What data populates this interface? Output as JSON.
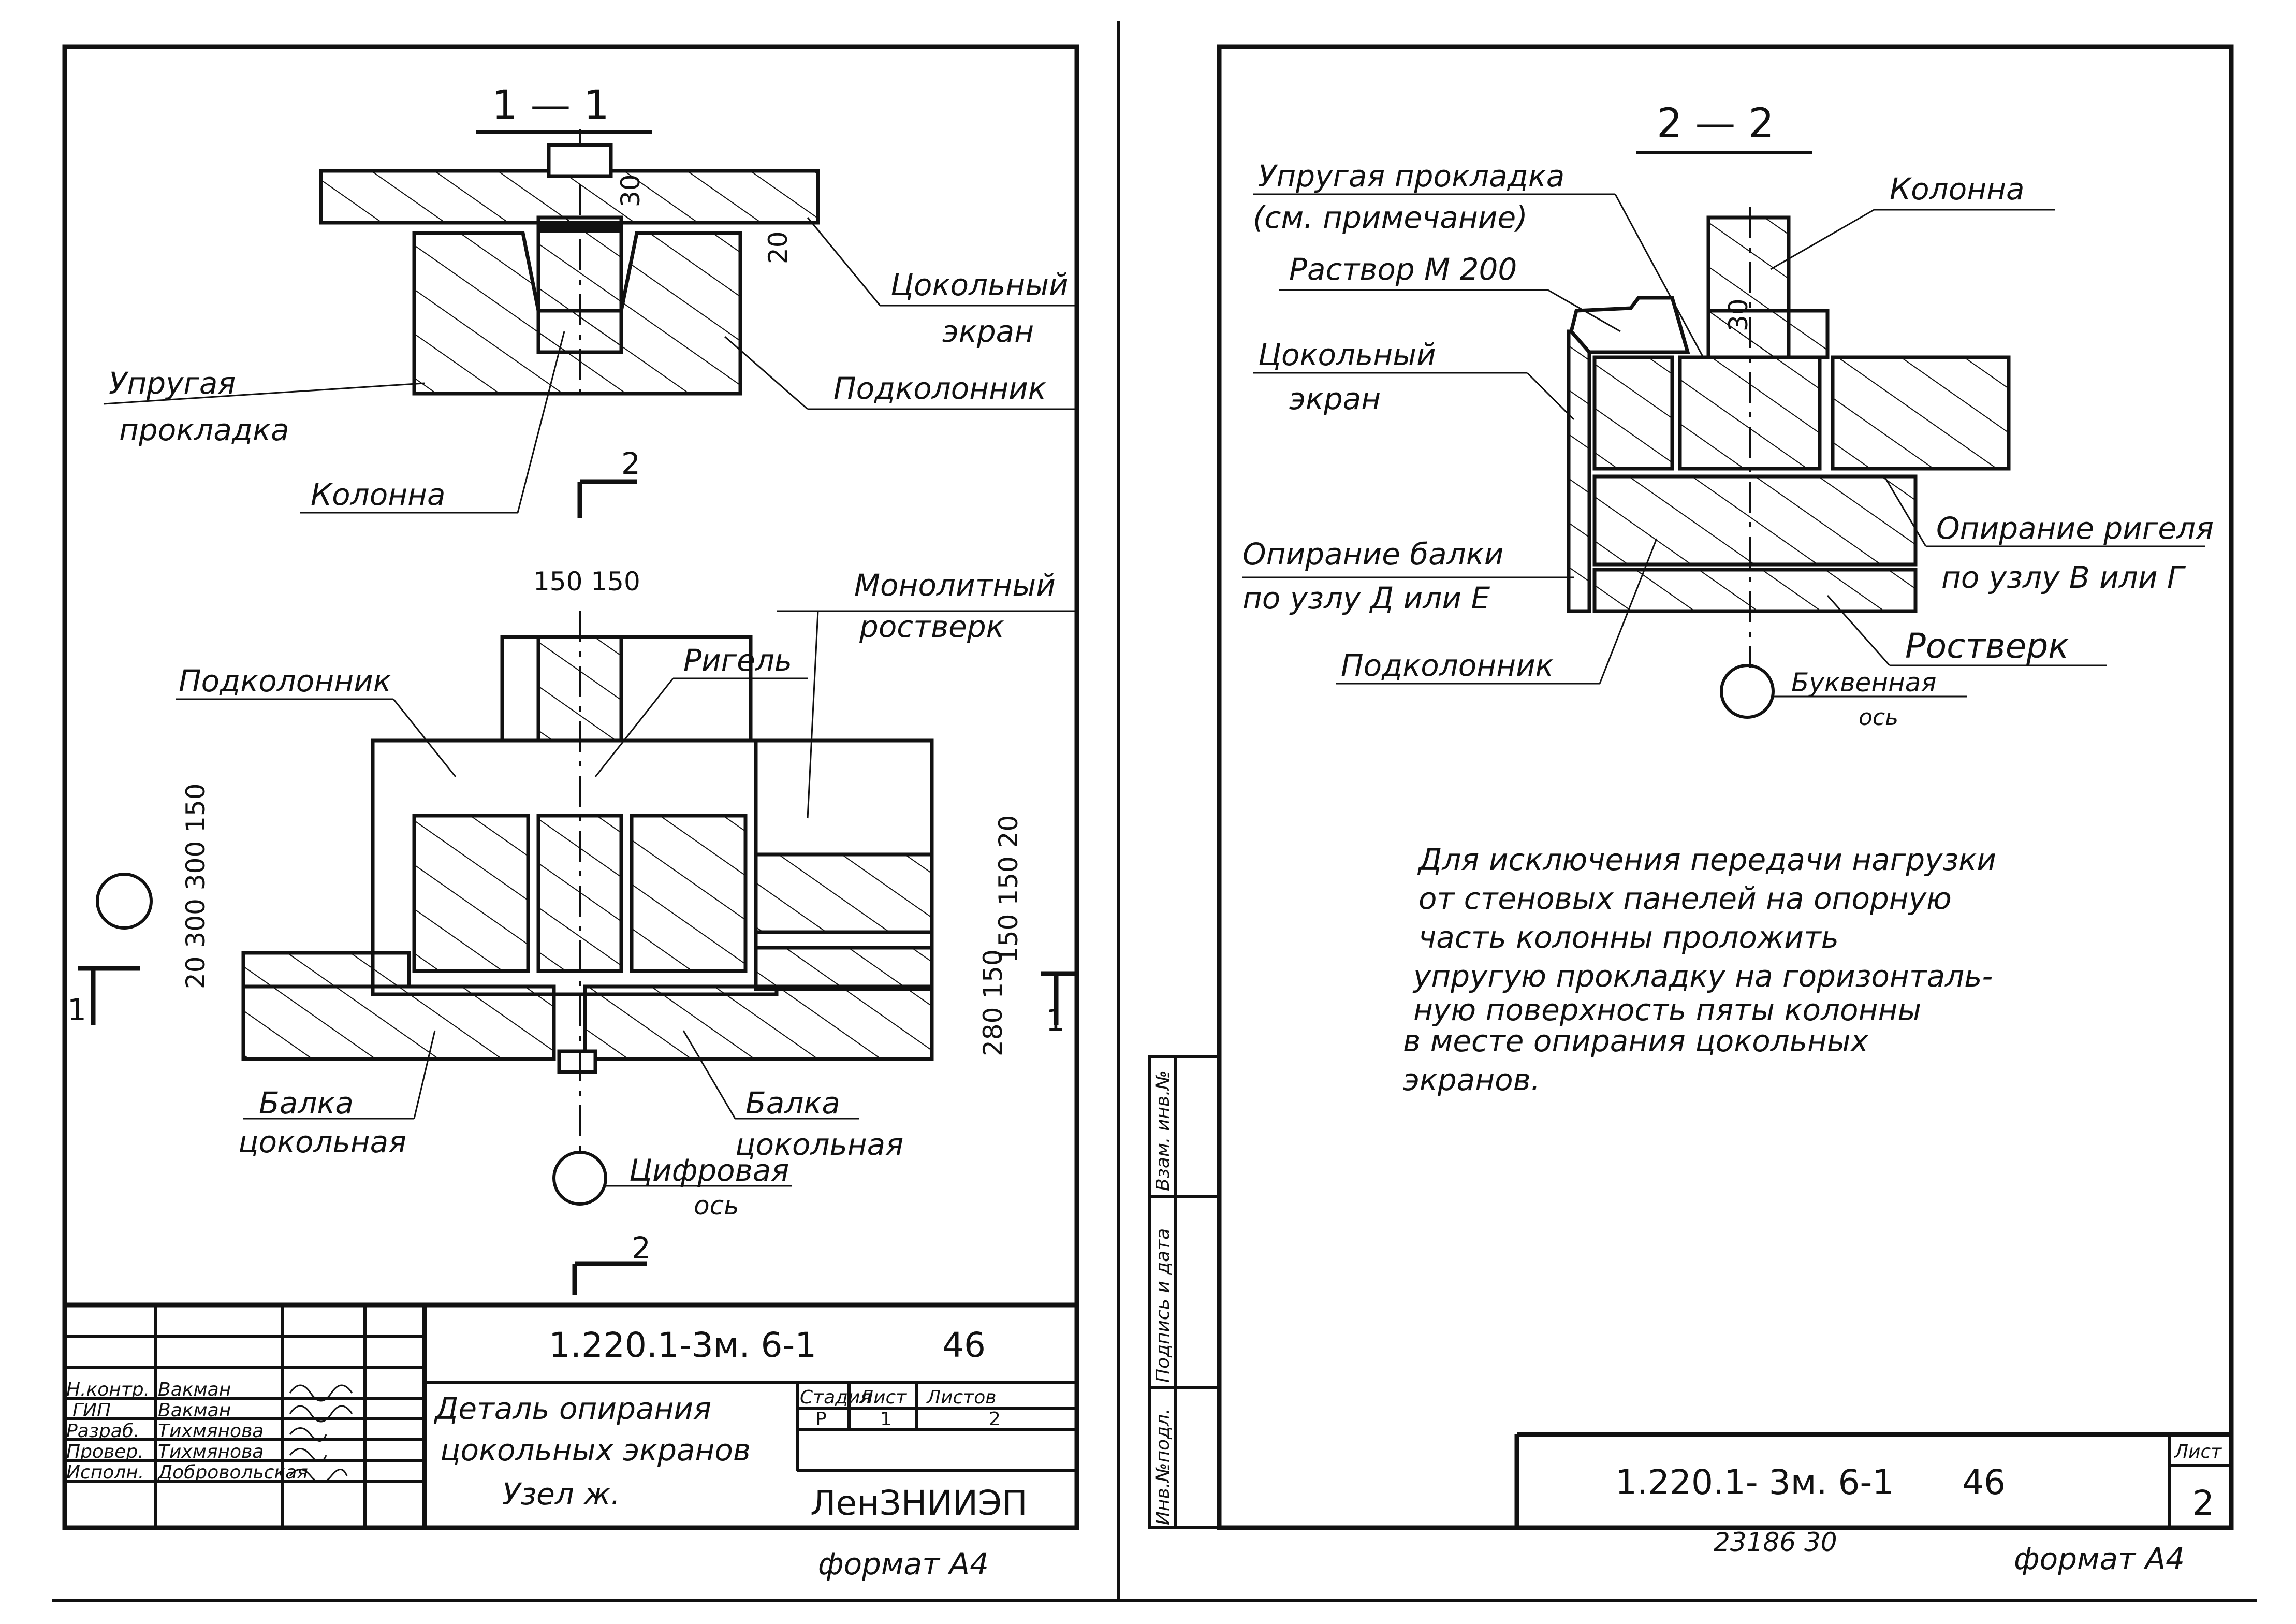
{
  "sheet1": {
    "section_1_1": "1 — 1",
    "section_marker_1": "1",
    "section_marker_2": "2",
    "dim_30": "30",
    "dim_20": "20",
    "label_tsokolny": "Цокольный",
    "label_ekran": "экран",
    "label_uprugaya": "Упругая",
    "label_prokladka": "прокладка",
    "label_podkolonnik": "Подколонник",
    "label_kolonna": "Колонна",
    "dim_150_150": "150 150",
    "label_monolitny": "Монолитный",
    "label_rostverk": "ростверк",
    "label_rigel": "Ригель",
    "label_podkolonnik_2": "Подколонник",
    "dim_left": "20 300 300 150",
    "dim_right_top": "150 150 20",
    "dim_right_bottom": "280 150",
    "label_balka_left": "Балка",
    "label_tsokolnaya_left": "цокольная",
    "label_balka_right": "Балка",
    "label_tsokolnaya_right": "цокольная",
    "label_tsifrovaya": "Цифровая",
    "label_os": "ось",
    "section_marker_bottom": "2",
    "doc_code": "1.220.1-3м. 6-1",
    "doc_issue": "46",
    "title_line1": "Деталь опирания",
    "title_line2": "цокольных экранов",
    "title_line3": "Узел ж.",
    "stadiya_header": "Стадия",
    "list_header": "Лист",
    "listov_header": "Листов",
    "stadiya_value": "Р",
    "list_value": "1",
    "listov_value": "2",
    "organization": "ЛенЗНИИЭП",
    "format": "формат А4",
    "roles": [
      "Н.контр.",
      "ГИП",
      "Разраб.",
      "Провер.",
      "Исполн."
    ],
    "names": [
      "Вакман",
      "Вакман",
      "Тихмянова",
      "Тихмянова",
      "Добровольская"
    ]
  },
  "sheet2": {
    "section_2_2": "2 — 2",
    "label_uprugaya": "Упругая прокладка",
    "label_sm_primechanie": "(см. примечание)",
    "label_kolonna": "Колонна",
    "label_rastvor": "Раствор М 200",
    "label_tsokolny": "Цокольный",
    "label_ekran": "экран",
    "dim_30": "30",
    "label_opiranie_balki": "Опирание балки",
    "label_po_uzlu_de": "по узлу Д или Е",
    "label_opiranie_rigelya": "Опирание ригеля",
    "label_po_uzlu_vg": "по узлу В или Г",
    "label_rostverk": "Ростверк",
    "label_podkolonnik": "Подколонник",
    "label_bukvennaya": "Буквенная",
    "label_os": "ось",
    "note_lines": [
      "Для исключения передачи нагрузки",
      "от стеновых панелей на опорную",
      "часть колонны проложить",
      "упругую прокладку на горизонталь-",
      "ную поверхность пяты колонны",
      "в месте опирания цокольных",
      "экранов."
    ],
    "side_stamp": [
      "Инв.№подл.",
      "Подпись и дата",
      "Взам. инв.№"
    ],
    "doc_code": "1.220.1- 3м. 6-1",
    "doc_issue": "46",
    "list_header": "Лист",
    "list_value": "2",
    "bottom_numbers": "23186  30",
    "format": "формат А4"
  }
}
